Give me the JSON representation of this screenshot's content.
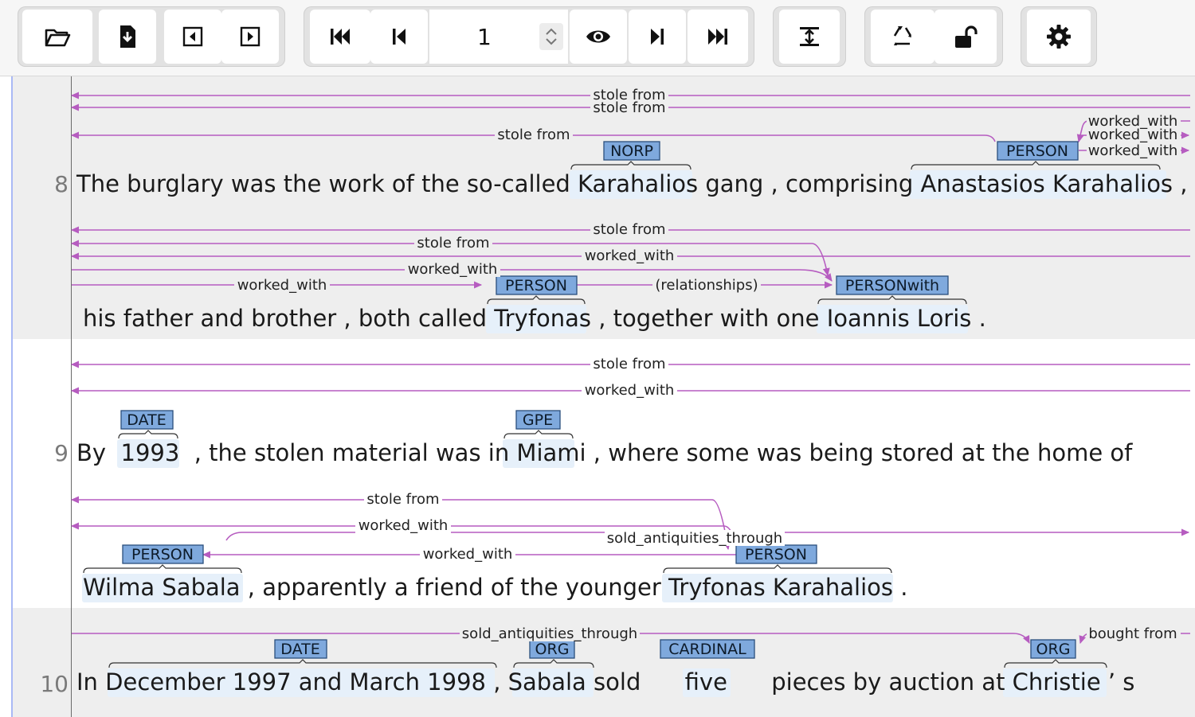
{
  "toolbar": {
    "page_number": "1",
    "icons": [
      "folder-open-icon",
      "download-icon",
      "collapse-left-icon",
      "expand-right-icon",
      "first-page-icon",
      "previous-page-icon",
      "eye-icon",
      "next-page-icon",
      "last-page-icon",
      "text-height-icon",
      "recycle-icon",
      "unlock-icon",
      "gear-icon"
    ]
  },
  "colors": {
    "arc": "#b65cc0",
    "label_bg": "#7fa9dd",
    "label_border": "#2a4e7c",
    "span_bg": "#e6f0fa",
    "band_gray": "#eeeeee",
    "band_white": "#ffffff"
  },
  "lines": [
    {
      "number": "8",
      "rows": [
        "The burglary was the work of the so-called Karahalios gang , comprising Anastasios Karahalios ,",
        "his father and brother , both called Tryfonas , together with one Ioannis Loris ."
      ]
    },
    {
      "number": "9",
      "rows": [
        "By  1993  , the stolen material was in Miami , where some was being stored at the home of",
        "Wilma Sabala , apparently a friend of the younger Tryfonas Karahalios ."
      ]
    },
    {
      "number": "10",
      "rows": [
        "In December 1997 and March 1998 , Sabala sold      five      pieces by auction at Christie ’ s"
      ]
    }
  ],
  "entities": [
    {
      "label": "NORP"
    },
    {
      "label": "PERSON"
    },
    {
      "label": "PERSON"
    },
    {
      "label": "PERSONwith"
    },
    {
      "label": "DATE"
    },
    {
      "label": "GPE"
    },
    {
      "label": "PERSON"
    },
    {
      "label": "PERSON"
    },
    {
      "label": "DATE"
    },
    {
      "label": "ORG"
    },
    {
      "label": "CARDINAL"
    },
    {
      "label": "ORG"
    }
  ],
  "relations": [
    {
      "label": "stole from"
    },
    {
      "label": "stole from"
    },
    {
      "label": "stole from"
    },
    {
      "label": "worked_with"
    },
    {
      "label": "worked_with"
    },
    {
      "label": "worked_with"
    },
    {
      "label": "stole from"
    },
    {
      "label": "stole from"
    },
    {
      "label": "worked_with"
    },
    {
      "label": "worked_with"
    },
    {
      "label": "worked_with"
    },
    {
      "label": "(relationships)"
    },
    {
      "label": "stole from"
    },
    {
      "label": "worked_with"
    },
    {
      "label": "stole from"
    },
    {
      "label": "worked_with"
    },
    {
      "label": "sold_antiquities_through"
    },
    {
      "label": "worked_with"
    },
    {
      "label": "sold_antiquities_through"
    },
    {
      "label": "bought from"
    }
  ]
}
